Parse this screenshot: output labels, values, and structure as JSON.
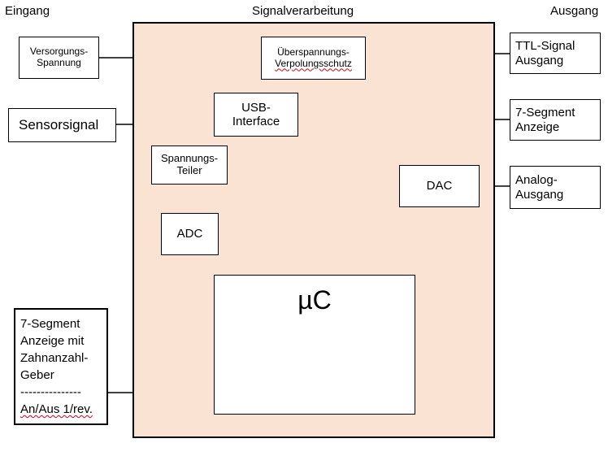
{
  "headings": {
    "input": "Eingang",
    "processing": "Signalverarbeitung",
    "output": "Ausgang"
  },
  "inputs": {
    "supply_voltage": [
      "Versorgungs-",
      "Spannung"
    ],
    "sensor_signal": "Sensorsignal",
    "tooth_count_display": [
      "7-Segment",
      "Anzeige mit",
      "Zahnanzahl-",
      "Geber",
      "---------------",
      "An/Aus 1/rev."
    ]
  },
  "processing": {
    "overvoltage_protection": [
      "Überspannungs-",
      "Verpolungsschutz"
    ],
    "usb_interface": [
      "USB-",
      "Interface"
    ],
    "voltage_divider": [
      "Spannungs-",
      "Teiler"
    ],
    "adc": "ADC",
    "microcontroller": "µC",
    "dac": "DAC"
  },
  "outputs": {
    "ttl_signal": [
      "TTL-Signal",
      "Ausgang"
    ],
    "seven_segment": [
      "7-Segment",
      "Anzeige"
    ],
    "analog_output": [
      "Analog-",
      "Ausgang"
    ]
  },
  "colors": {
    "processing_fill": "#fbe3d4",
    "line": "#000000",
    "spellcheck_underline": "#d0021b"
  }
}
